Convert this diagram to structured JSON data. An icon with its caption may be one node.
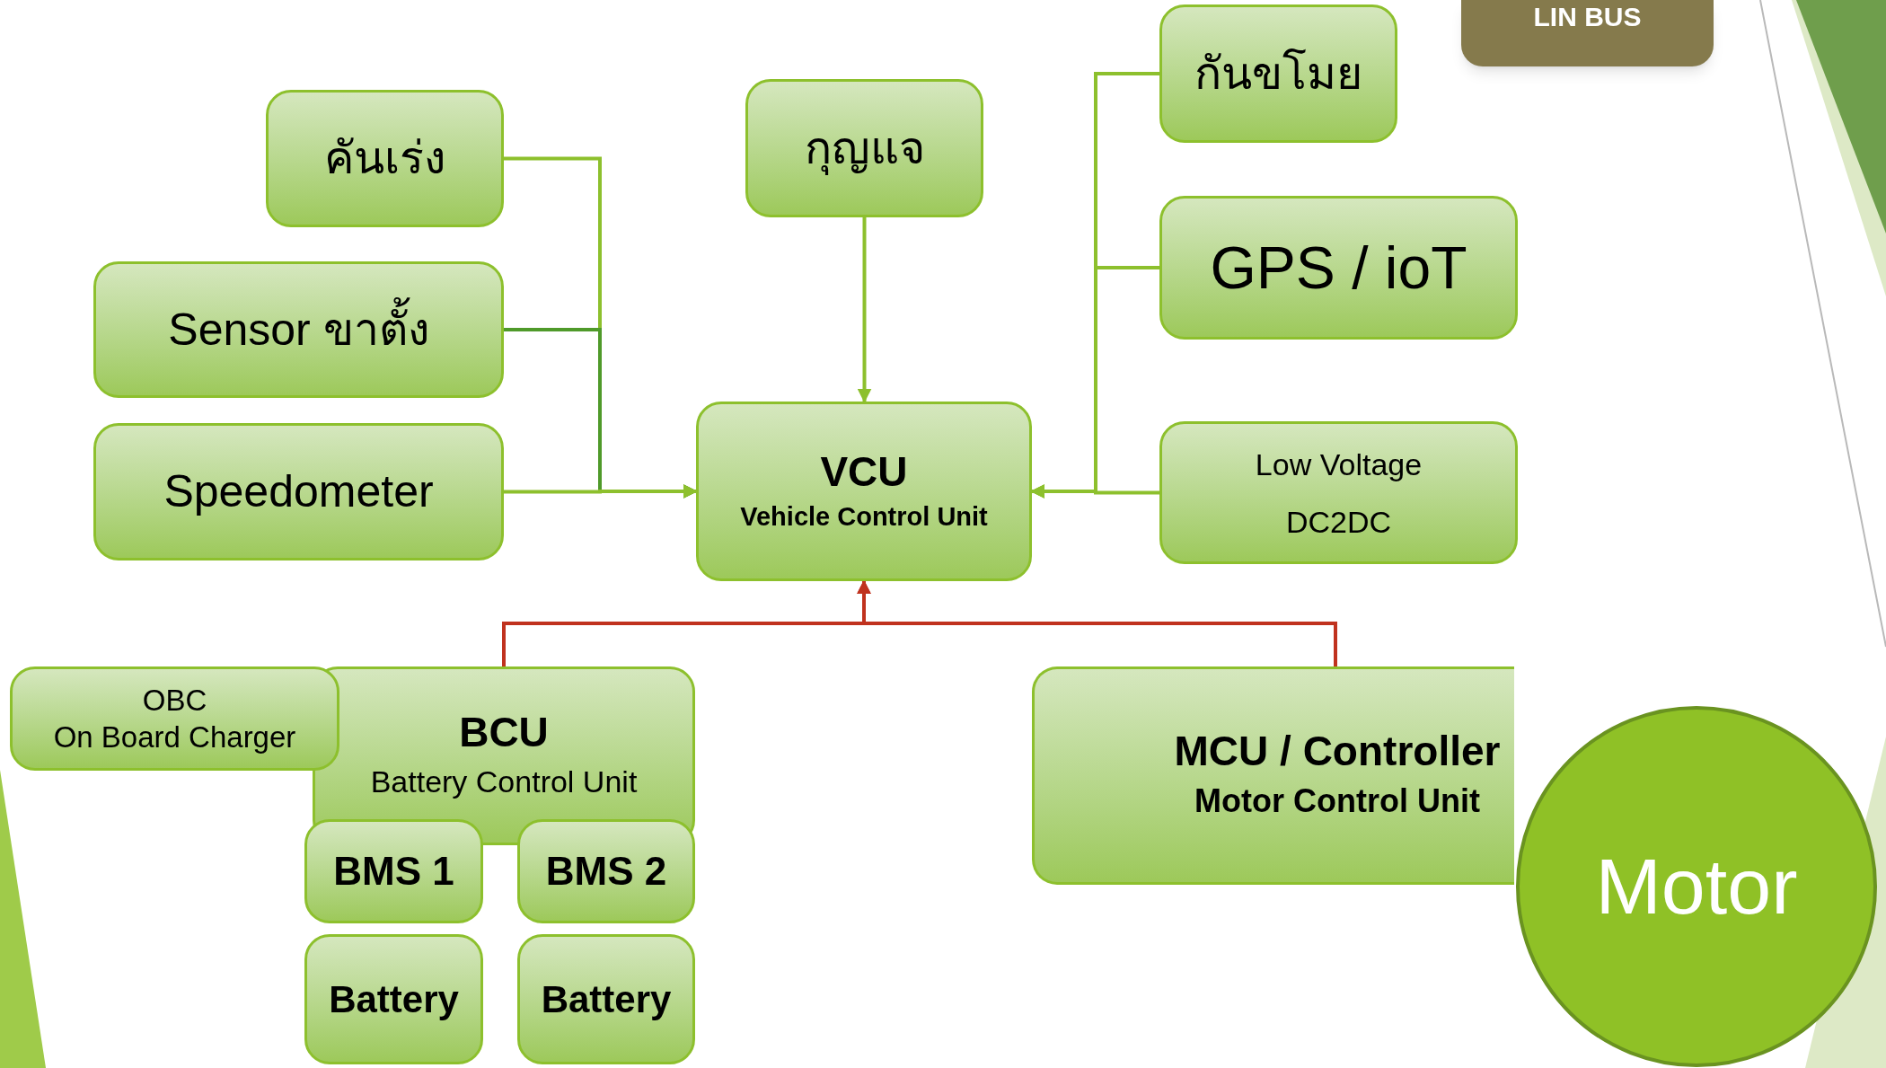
{
  "diagram": {
    "nodes": [
      {
        "text": [
          "LIN BUS"
        ]
      },
      {
        "text": [
          "กันขโมย"
        ]
      },
      {
        "text": [
          "กุญแจ"
        ]
      },
      {
        "text": [
          "คันเร่ง"
        ]
      },
      {
        "text": [
          "GPS / ioT"
        ]
      },
      {
        "text": [
          "Sensor ขาตั้ง"
        ]
      },
      {
        "text": [
          "VCU",
          "Vehicle Control Unit"
        ]
      },
      {
        "text": [
          "Speedometer"
        ]
      },
      {
        "text": [
          "Low Voltage",
          "DC2DC"
        ]
      },
      {
        "text": [
          "OBC",
          "On Board Charger"
        ]
      },
      {
        "text": [
          "BCU",
          "Battery Control Unit"
        ]
      },
      {
        "text": [
          "MCU / Controller",
          "Motor Control Unit"
        ]
      },
      {
        "text": [
          "BMS 1"
        ]
      },
      {
        "text": [
          "BMS 2"
        ]
      },
      {
        "text": [
          "Motor"
        ]
      },
      {
        "text": [
          "Battery"
        ]
      },
      {
        "text": [
          "Battery"
        ]
      }
    ],
    "edges": [
      {
        "from": 3,
        "to": 6,
        "arrow": "to"
      },
      {
        "from": 5,
        "to": 6,
        "arrow": "to",
        "color": "#4f9a2a"
      },
      {
        "from": 7,
        "to": 6,
        "arrow": "to"
      },
      {
        "from": 2,
        "to": 6,
        "arrow": "to"
      },
      {
        "from": 1,
        "to": 6,
        "arrow": "to"
      },
      {
        "from": 4,
        "to": 6,
        "arrow": "to"
      },
      {
        "from": 8,
        "to": 6,
        "arrow": "to"
      },
      {
        "from": 10,
        "to": 6,
        "arrow": "to",
        "color": "#c0321e"
      },
      {
        "from": 11,
        "to": 6,
        "arrow": "to",
        "color": "#c0321e"
      }
    ]
  }
}
